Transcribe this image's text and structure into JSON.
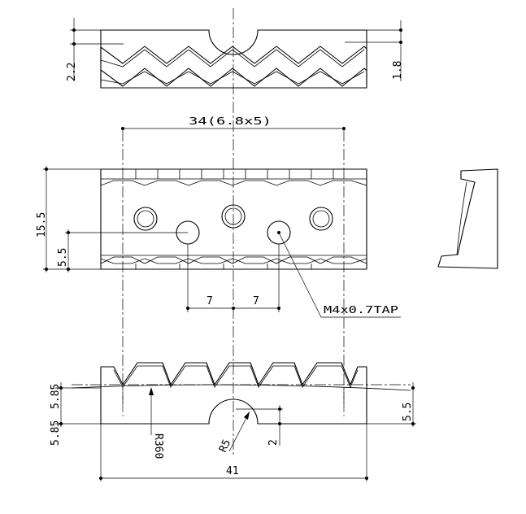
{
  "dimensions": {
    "top_left": "2.2",
    "top_right": "1.8",
    "pitch": "34(6.8x5)",
    "height_total": "15.5",
    "height_lower": "5.5",
    "hole_spacing_left": "7",
    "hole_spacing_right": "7",
    "tap": "M4x0.7TAP",
    "bottom_left_upper": "5.85",
    "bottom_left_lower": "5.85",
    "bottom_right": "5.5",
    "radius_large": "R360",
    "radius_small": "R5",
    "notch_depth": "2",
    "width_total": "41"
  }
}
